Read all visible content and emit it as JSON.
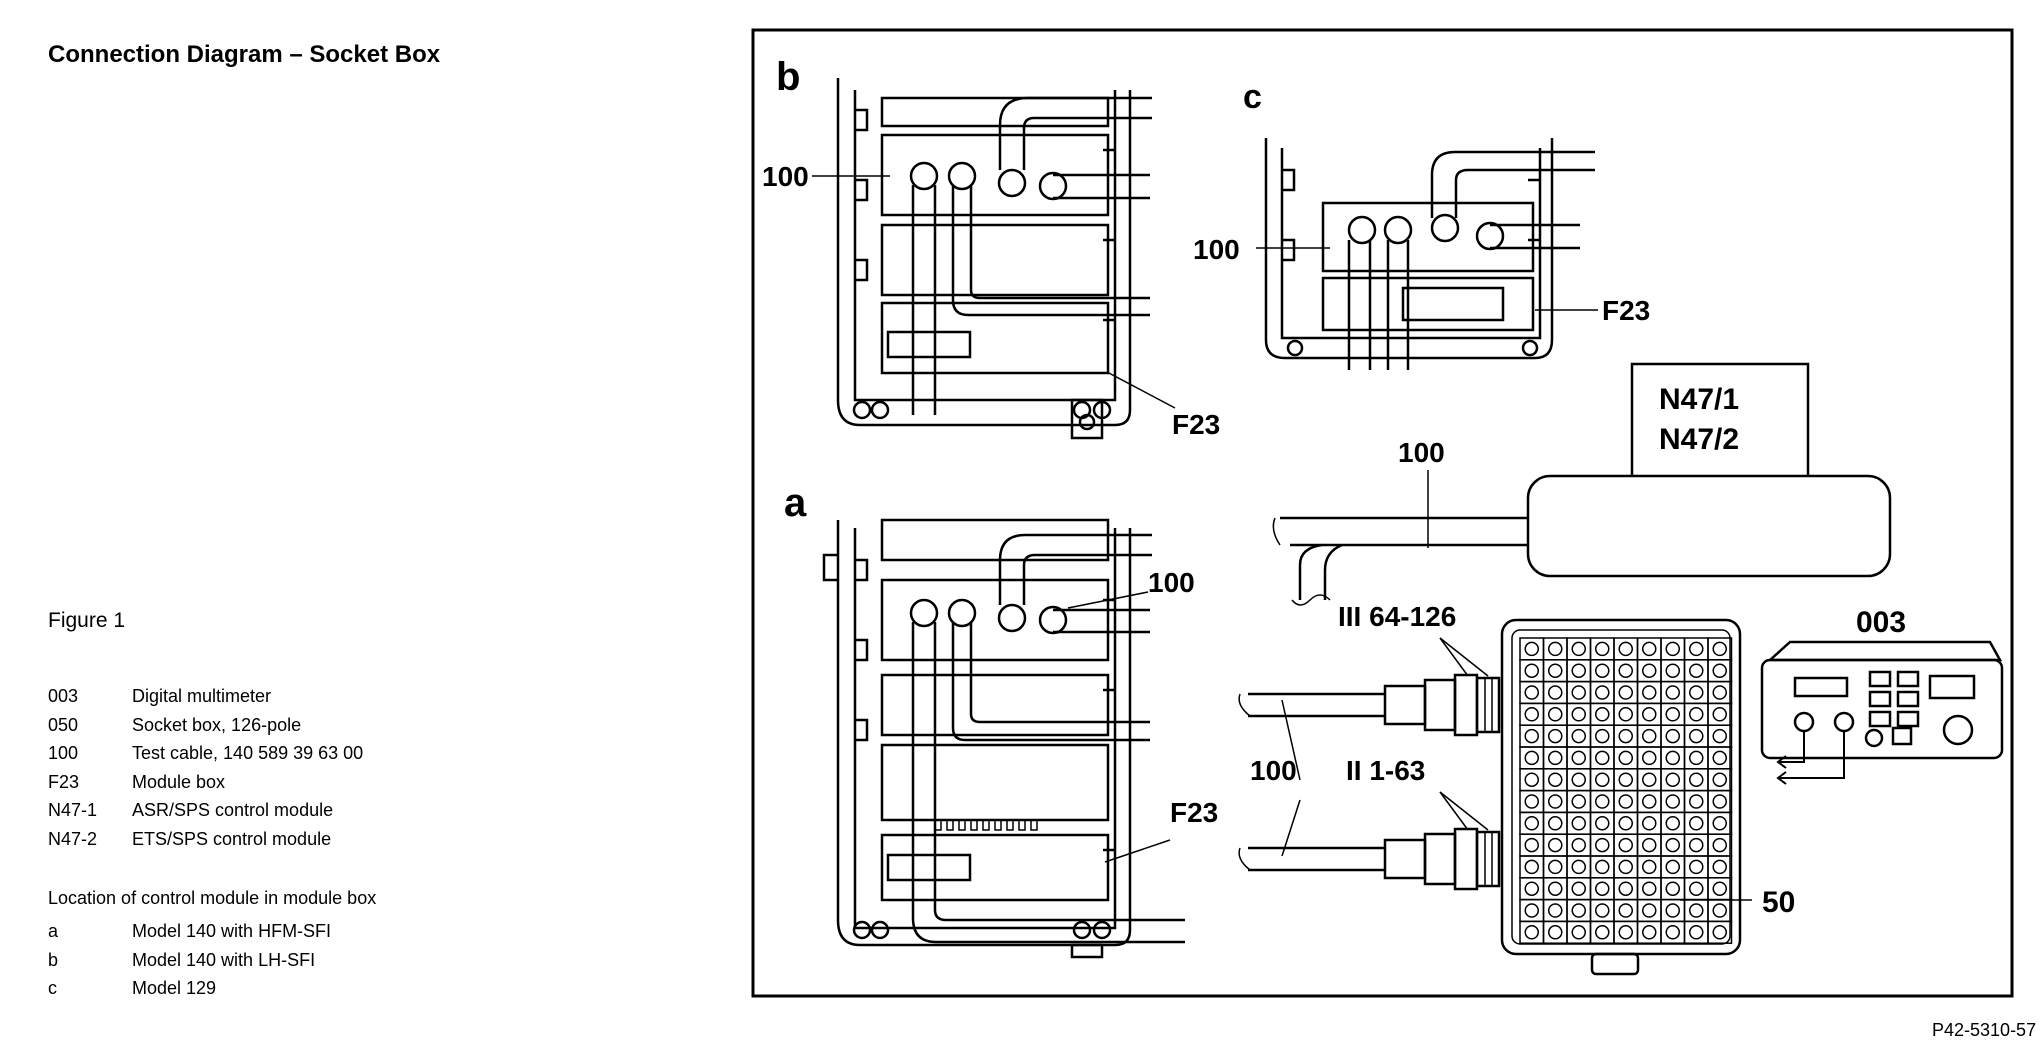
{
  "title": "Connection Diagram – Socket Box",
  "figure_label": "Figure 1",
  "legend": [
    {
      "code": "003",
      "desc": "Digital multimeter"
    },
    {
      "code": "050",
      "desc": "Socket box, 126-pole"
    },
    {
      "code": "100",
      "desc": "Test cable, 140 589 39 63 00"
    },
    {
      "code": "F23",
      "desc": "Module box"
    },
    {
      "code": "N47-1",
      "desc": "ASR/SPS control module"
    },
    {
      "code": "N47-2",
      "desc": "ETS/SPS control module"
    }
  ],
  "location_title": "Location of control module in module box",
  "locations": [
    {
      "code": "a",
      "desc": "Model 140 with HFM-SFI"
    },
    {
      "code": "b",
      "desc": "Model 140 with LH-SFI"
    },
    {
      "code": "c",
      "desc": "Model 129"
    }
  ],
  "diagram": {
    "panel_b": "b",
    "panel_c": "c",
    "panel_a": "a",
    "b_label_100": "100",
    "b_label_f23": "F23",
    "c_label_100": "100",
    "c_label_f23": "F23",
    "a_label_100": "100",
    "a_label_f23": "F23",
    "module_label_1": "N47/1",
    "module_label_2": "N47/2",
    "cable_label_top": "100",
    "cable_label_mid": "100",
    "connector_upper": "III 64-126",
    "connector_lower": "II 1-63",
    "socketbox_label": "50",
    "multimeter_label": "003"
  },
  "reference": "P42-5310-57"
}
